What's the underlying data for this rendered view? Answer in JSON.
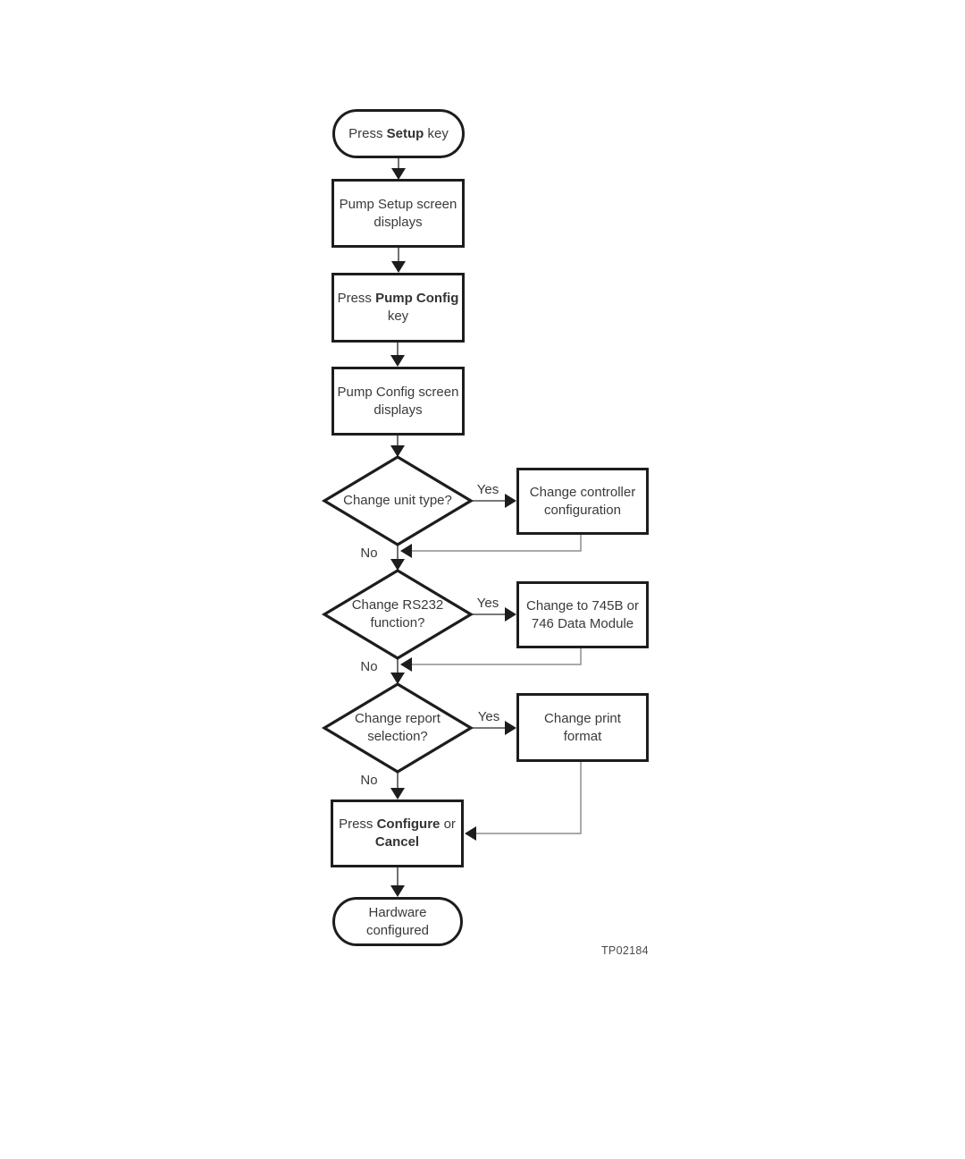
{
  "flowchart": {
    "start": {
      "pre": "Press ",
      "bold": "Setup",
      "post": " key"
    },
    "pump_setup_screen": "Pump Setup screen displays",
    "press_pump_config": {
      "pre": "Press ",
      "bold": "Pump Config",
      "post": " key"
    },
    "pump_config_screen": "Pump Config screen displays",
    "decision_unit_type": "Change unit type?",
    "change_controller": "Change controller configuration",
    "decision_rs232": "Change RS232 function?",
    "change_745b": "Change to 745B or 746 Data Module",
    "decision_report": "Change report selection?",
    "change_print": "Change print format",
    "press_configure": {
      "pre": "Press ",
      "bold1": "Configure",
      "mid": " or ",
      "bold2": "Cancel"
    },
    "end": "Hardware configured",
    "labels": {
      "yes": "Yes",
      "no": "No"
    },
    "caption": "TP02184"
  },
  "colors": {
    "background": "#ffffff",
    "shape_border": "#1d1d1d",
    "text": "#3a3a3a",
    "flow_line": "#4d4d4d",
    "return_line": "#8e8e8e",
    "arrowhead": "#1d1d1d"
  }
}
